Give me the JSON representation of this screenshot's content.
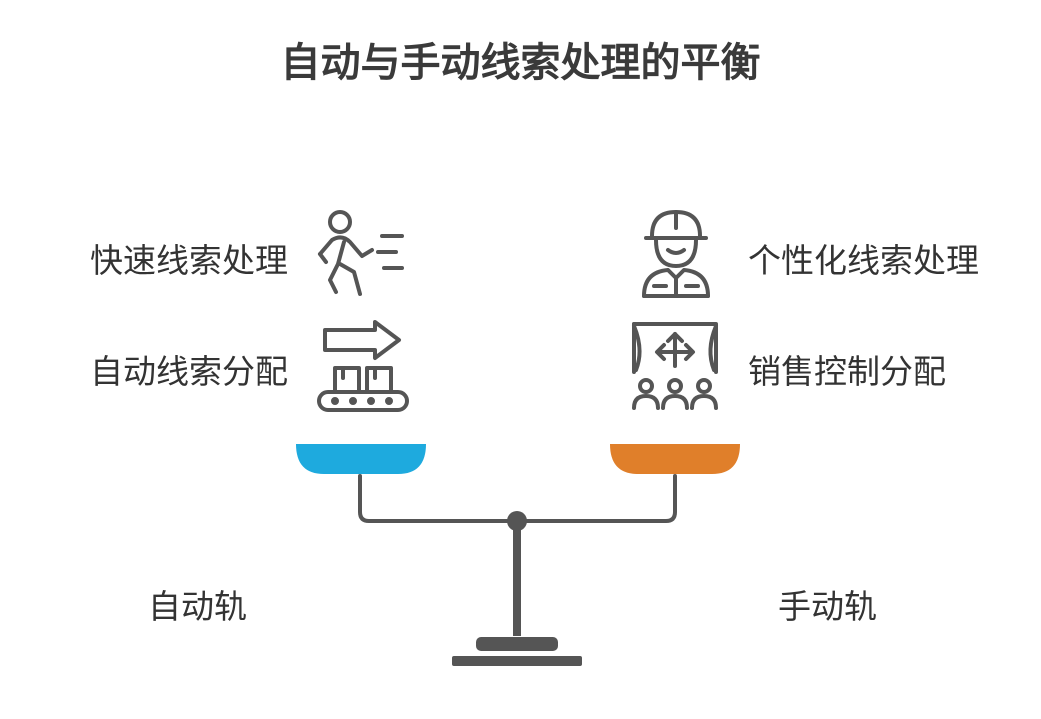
{
  "title": "自动与手动线索处理的平衡",
  "left": {
    "items": [
      {
        "label": "快速线索处理",
        "icon": "running-person-icon"
      },
      {
        "label": "自动线索分配",
        "icon": "conveyor-belt-icon"
      }
    ],
    "track": "自动轨",
    "pan_color": "#1eaade"
  },
  "right": {
    "items": [
      {
        "label": "个性化线索处理",
        "icon": "worker-helmet-icon"
      },
      {
        "label": "销售控制分配",
        "icon": "audience-stage-icon"
      }
    ],
    "track": "手动轨",
    "pan_color": "#e07f2a"
  },
  "scale_color": "#555555"
}
